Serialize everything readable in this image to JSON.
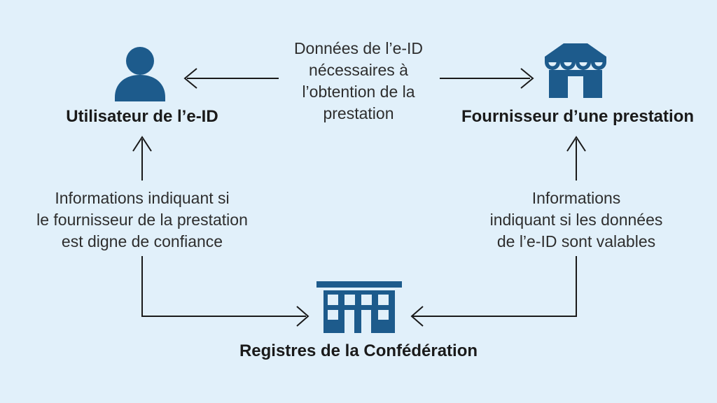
{
  "colors": {
    "background": "#e1f0fa",
    "icon_blue": "#1d5b8c",
    "arrow": "#1a1a1a",
    "text": "#2e2e2e",
    "label": "#1a1a1a"
  },
  "nodes": {
    "user": {
      "label": "Utilisateur de l’e-ID",
      "icon": "person-icon"
    },
    "provider": {
      "label": "Fournisseur d’une prestation",
      "icon": "store-icon"
    },
    "registers": {
      "label": "Registres de la Confédération",
      "icon": "government-building-icon"
    }
  },
  "edges": {
    "provider_to_user": {
      "lines": [
        "Données de l’e-ID",
        "nécessaires à",
        "l’obtention de la",
        "prestation"
      ]
    },
    "registers_to_user": {
      "lines": [
        "Informations indiquant si",
        "le fournisseur de la prestation",
        "est digne de confiance"
      ]
    },
    "registers_to_provider": {
      "lines": [
        "Informations",
        "indiquant si les données",
        "de l’e-ID sont valables"
      ]
    }
  }
}
